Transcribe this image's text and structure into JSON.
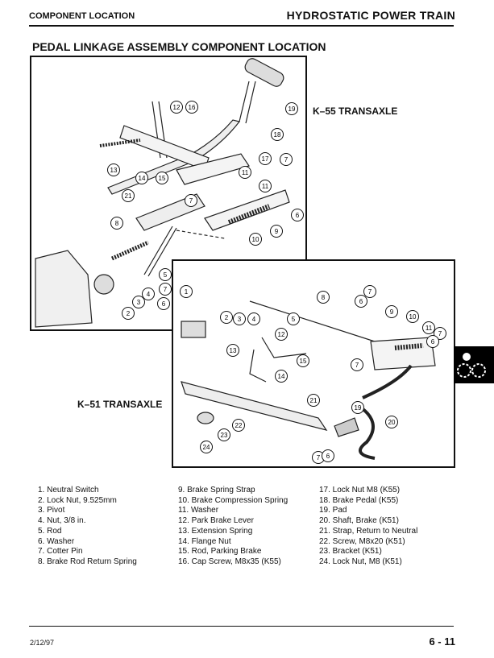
{
  "header": {
    "section": "COMPONENT LOCATION",
    "chapter": "HYDROSTATIC POWER TRAIN"
  },
  "title": "PEDAL LINKAGE ASSEMBLY COMPONENT LOCATION",
  "labels": {
    "k55": "K–55 TRANSAXLE",
    "k51": "K–51 TRANSAXLE"
  },
  "callouts_k55": [
    "12",
    "16",
    "19",
    "18",
    "17",
    "7",
    "13",
    "14",
    "15",
    "11",
    "21",
    "11",
    "7",
    "6",
    "8",
    "10",
    "9",
    "5",
    "4",
    "7",
    "3",
    "6",
    "2"
  ],
  "callouts_k51": [
    "1",
    "7",
    "6",
    "8",
    "2",
    "3",
    "4",
    "5",
    "9",
    "10",
    "11",
    "7",
    "6",
    "12",
    "13",
    "15",
    "7",
    "14",
    "21",
    "19",
    "20",
    "22",
    "23",
    "24",
    "7",
    "6"
  ],
  "legend": {
    "col1": [
      "1. Neutral Switch",
      "2. Lock Nut, 9.525mm",
      "3. Pivot",
      "4. Nut, 3/8 in.",
      "5. Rod",
      "6. Washer",
      "7. Cotter Pin",
      "8. Brake Rod Return Spring"
    ],
    "col2": [
      "9. Brake Spring Strap",
      "10. Brake Compression Spring",
      "11. Washer",
      "12. Park Brake Lever",
      "13. Extension Spring",
      "14. Flange Nut",
      "15. Rod, Parking Brake",
      "16. Cap Screw, M8x35 (K55)"
    ],
    "col3": [
      "17. Lock Nut M8 (K55)",
      "18. Brake Pedal (K55)",
      "19. Pad",
      "20. Shaft, Brake (K51)",
      "21. Strap, Return to Neutral",
      "22. Screw, M8x20 (K51)",
      "23. Bracket (K51)",
      "24. Lock Nut, M8 (K51)"
    ]
  },
  "footer": {
    "date": "2/12/97",
    "page": "6 - 11"
  },
  "icons": {
    "side_tab": "gears-icon"
  }
}
